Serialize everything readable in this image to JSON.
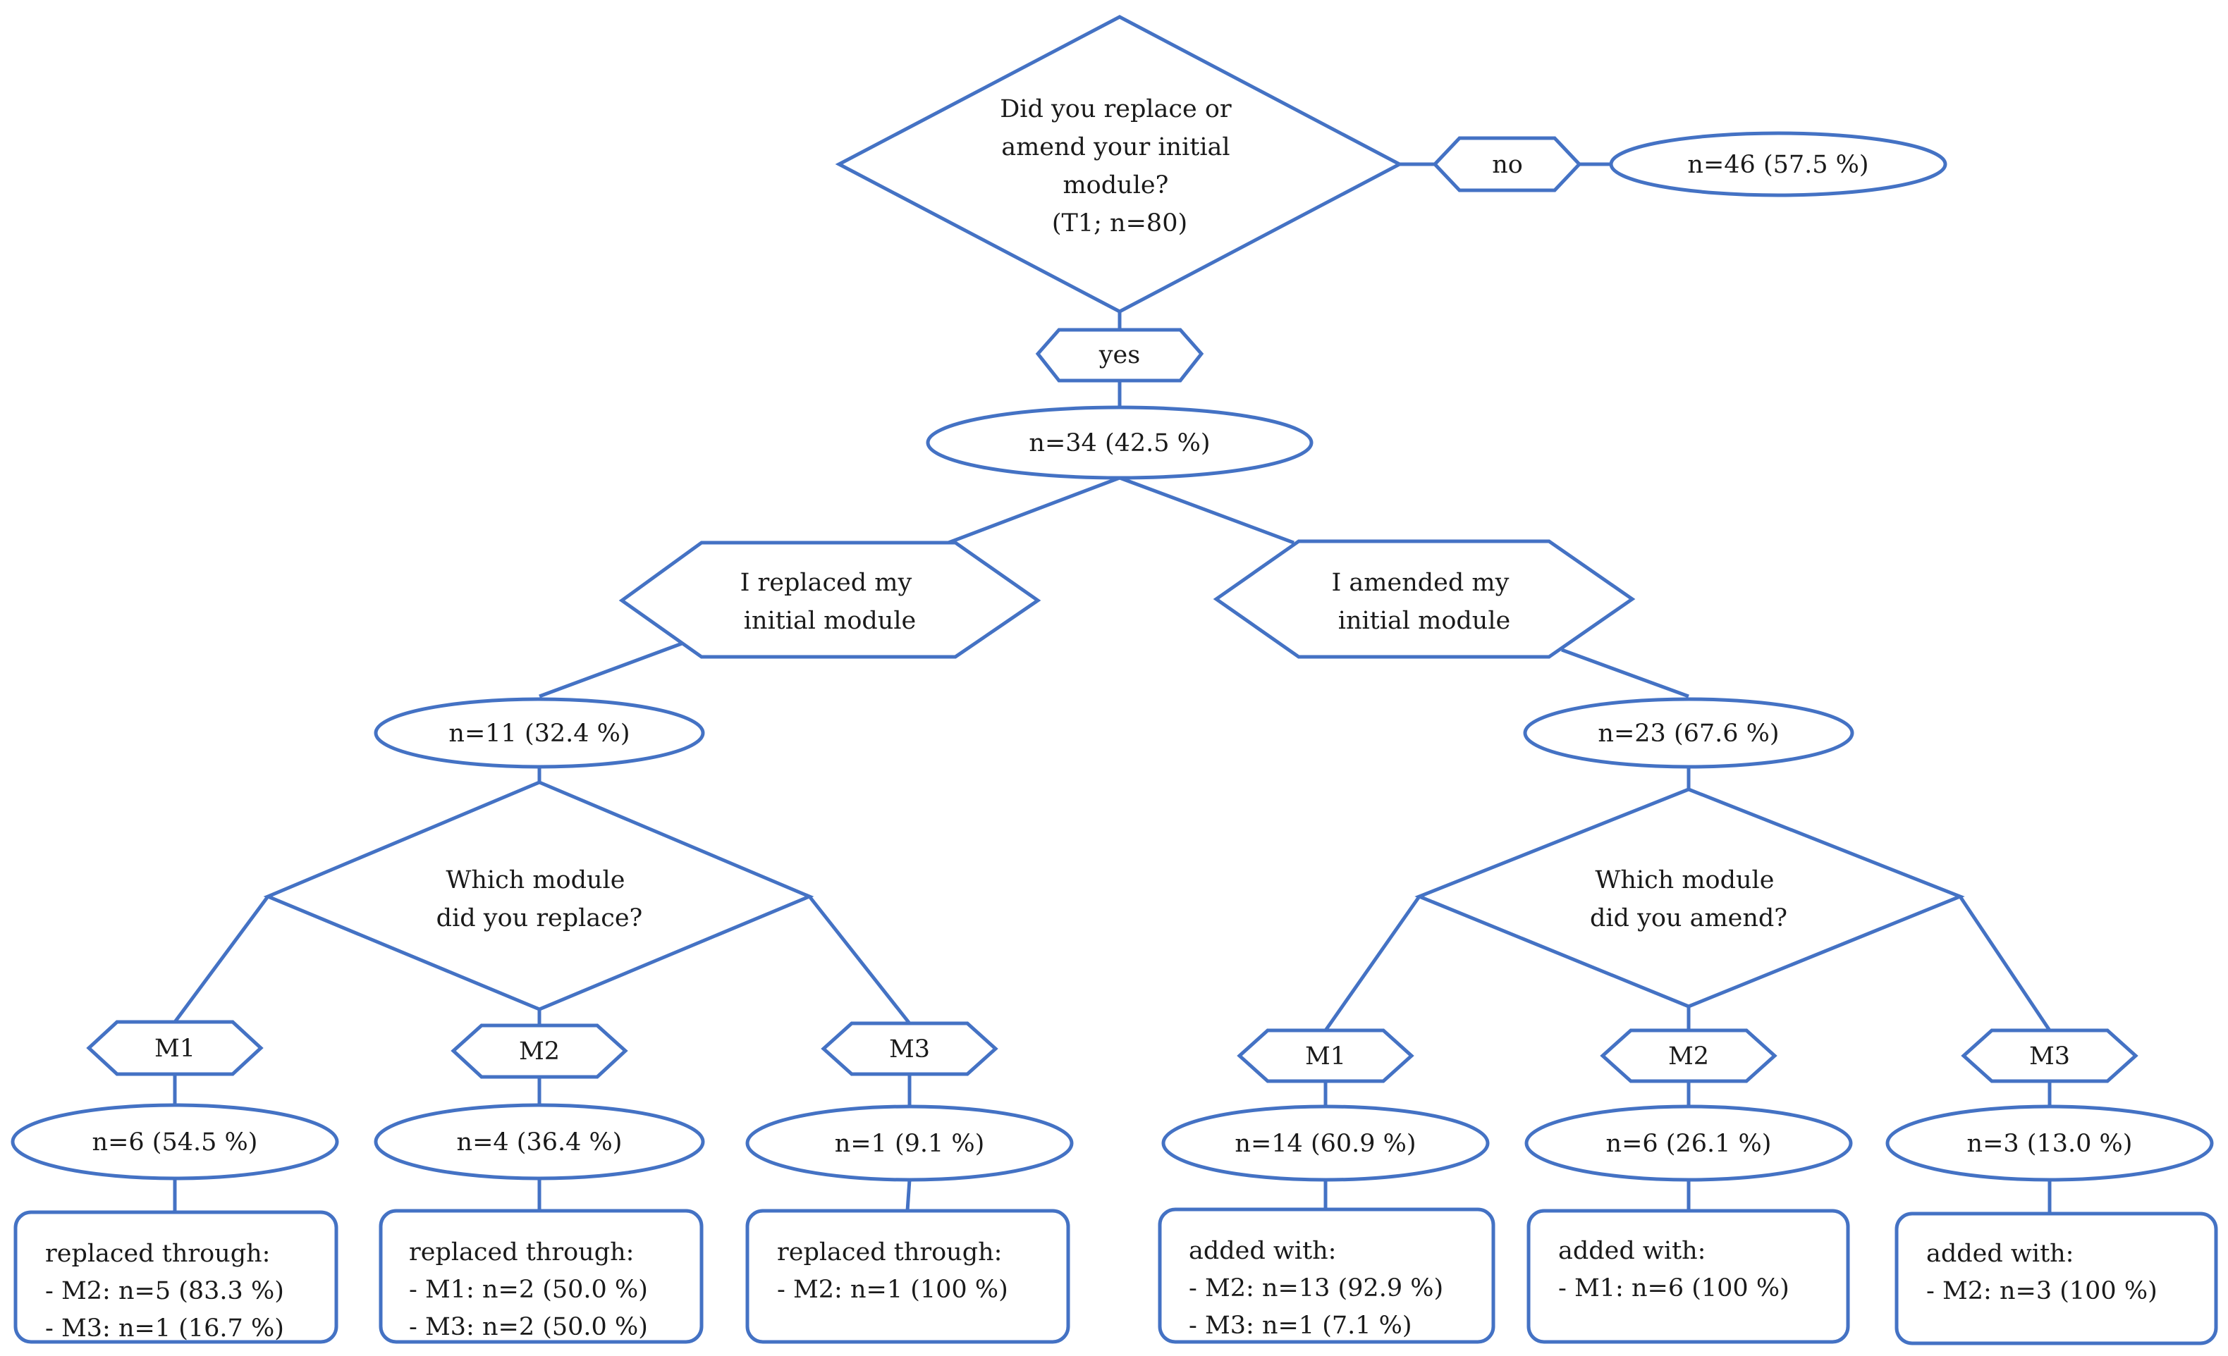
{
  "root": {
    "question_lines": [
      "Did you replace or",
      "amend your initial",
      "module?",
      "(T1; n=80)"
    ],
    "no_label": "no",
    "no_count": "n=46 (57.5 %)",
    "yes_label": "yes",
    "yes_count": "n=34 (42.5 %)"
  },
  "branches": {
    "replaced": {
      "label_lines": [
        "I replaced my",
        "initial module"
      ],
      "count": "n=11 (32.4 %)",
      "question_lines": [
        "Which module",
        "did you replace?"
      ],
      "modules": [
        {
          "name": "M1",
          "count": "n=6 (54.5 %)",
          "detail_lines": [
            "replaced through:",
            "- M2: n=5 (83.3 %)",
            "- M3: n=1 (16.7 %)"
          ]
        },
        {
          "name": "M2",
          "count": "n=4 (36.4 %)",
          "detail_lines": [
            "replaced through:",
            "- M1: n=2 (50.0 %)",
            "- M3: n=2 (50.0 %)"
          ]
        },
        {
          "name": "M3",
          "count": "n=1 (9.1 %)",
          "detail_lines": [
            "replaced through:",
            "- M2: n=1 (100 %)"
          ]
        }
      ]
    },
    "amended": {
      "label_lines": [
        "I amended my",
        "initial module"
      ],
      "count": "n=23 (67.6 %)",
      "question_lines": [
        "Which module",
        "did you amend?"
      ],
      "modules": [
        {
          "name": "M1",
          "count": "n=14 (60.9 %)",
          "detail_lines": [
            "added with:",
            "- M2: n=13 (92.9 %)",
            "- M3: n=1 (7.1 %)"
          ]
        },
        {
          "name": "M2",
          "count": "n=6 (26.1 %)",
          "detail_lines": [
            "added with:",
            "- M1: n=6 (100 %)"
          ]
        },
        {
          "name": "M3",
          "count": "n=3 (13.0 %)",
          "detail_lines": [
            "added with:",
            "- M2: n=3 (100 %)"
          ]
        }
      ]
    }
  },
  "colors": {
    "stroke": "#4472C4",
    "text": "#1a1a1a",
    "background": "#ffffff"
  }
}
